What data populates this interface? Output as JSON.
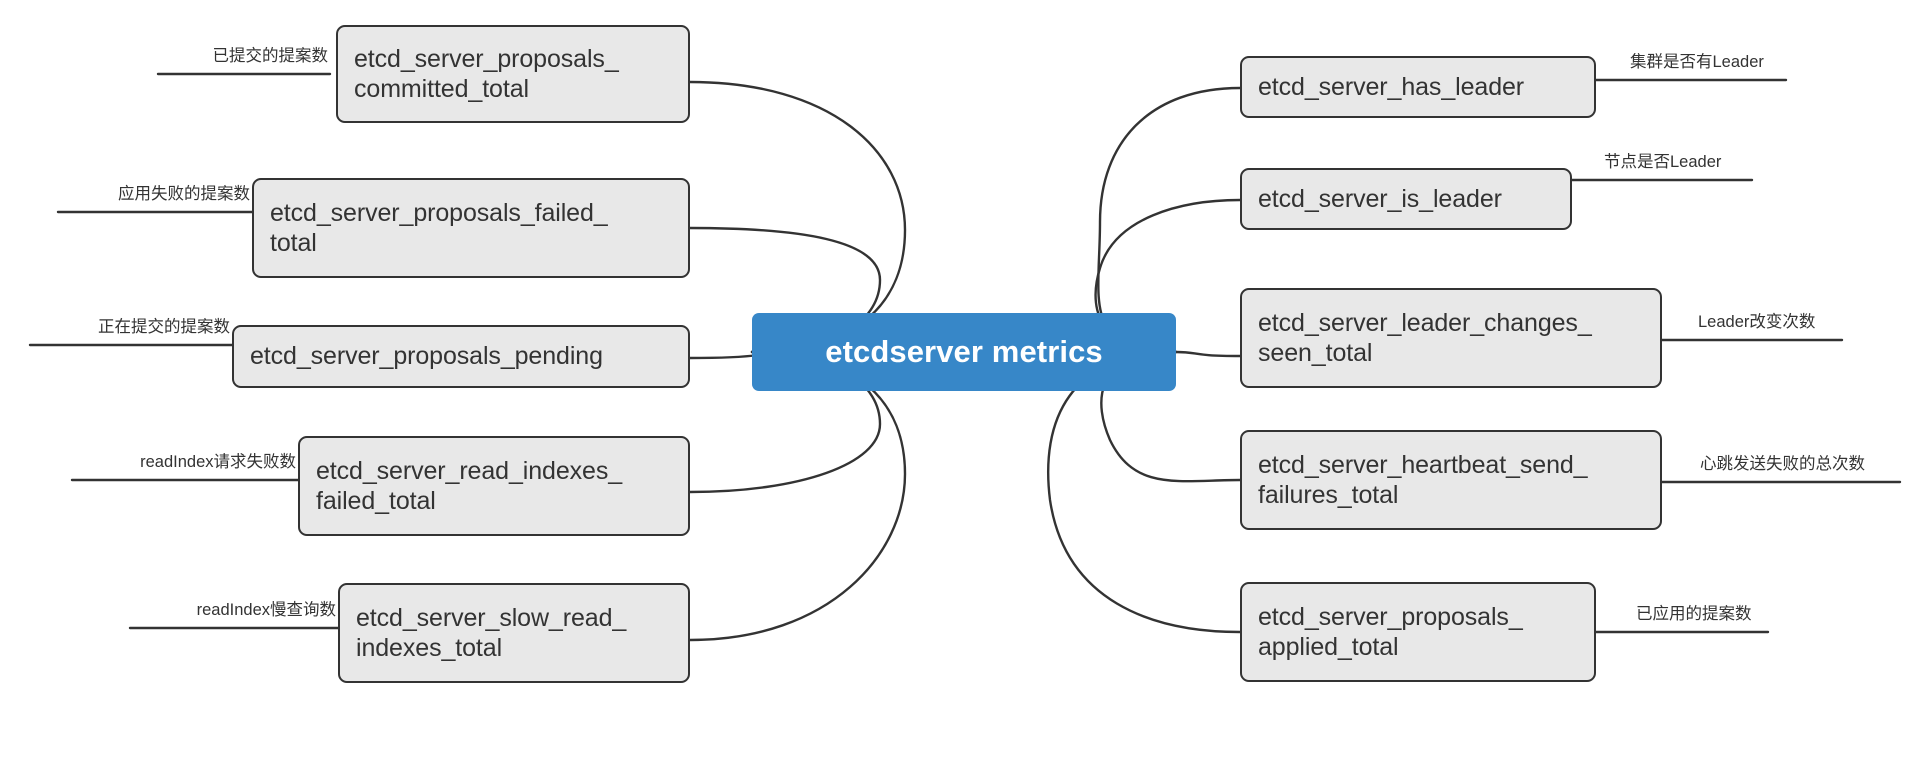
{
  "diagram": {
    "type": "mindmap",
    "root": {
      "label": "etcdserver metrics",
      "color": "#3787c8",
      "text_color": "#ffffff"
    },
    "node_style": {
      "fill": "#e8e8e8",
      "stroke": "#333333",
      "text_color": "#333333"
    },
    "left_branches": [
      {
        "metric": "etcd_server_proposals_\ncommitted_total",
        "annotation": "已提交的提案数"
      },
      {
        "metric": "etcd_server_proposals_failed_\ntotal",
        "annotation": "应用失败的提案数"
      },
      {
        "metric": "etcd_server_proposals_pending",
        "annotation": "正在提交的提案数"
      },
      {
        "metric": "etcd_server_read_indexes_\nfailed_total",
        "annotation": "readIndex请求失败数"
      },
      {
        "metric": "etcd_server_slow_read_\nindexes_total",
        "annotation": "readIndex慢查询数"
      }
    ],
    "right_branches": [
      {
        "metric": "etcd_server_has_leader",
        "annotation": "集群是否有Leader"
      },
      {
        "metric": "etcd_server_is_leader",
        "annotation": "节点是否Leader"
      },
      {
        "metric": "etcd_server_leader_changes_\nseen_total",
        "annotation": "Leader改变次数"
      },
      {
        "metric": "etcd_server_heartbeat_send_\nfailures_total",
        "annotation": "心跳发送失败的总次数"
      },
      {
        "metric": "etcd_server_proposals_\napplied_total",
        "annotation": "已应用的提案数"
      }
    ]
  }
}
